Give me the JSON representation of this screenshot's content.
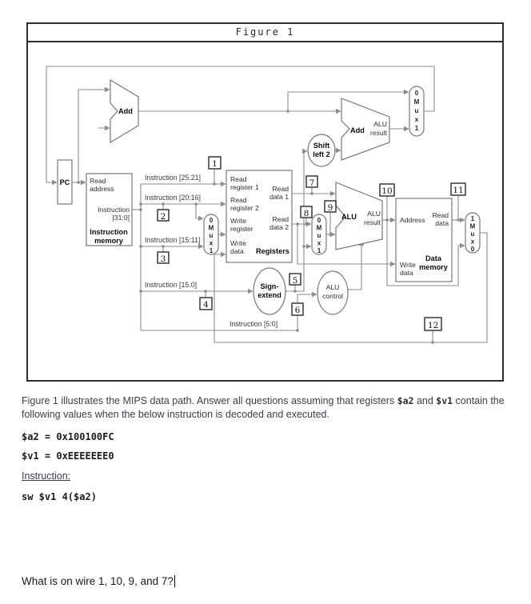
{
  "colors": {
    "wire": "#8c8c8c",
    "frame": "#2e2e2e",
    "doc_text": "#3d3d46"
  },
  "diagram": {
    "title": "Figure 1",
    "pc": "PC",
    "add": "Add",
    "branch_add": {
      "name": "Add",
      "result": [
        "ALU",
        "result"
      ]
    },
    "alu": {
      "name": "ALU",
      "result": [
        "ALU",
        "result"
      ]
    },
    "shift": [
      "Shift",
      "left 2"
    ],
    "signext": [
      "Sign-",
      "extend"
    ],
    "aluctl": [
      "ALU",
      "control"
    ],
    "imem": {
      "read": [
        "Read",
        "address"
      ],
      "out": [
        "Instruction",
        "[31:0]"
      ],
      "name": [
        "Instruction",
        "memory"
      ]
    },
    "regs": {
      "rr1": [
        "Read",
        "register 1"
      ],
      "rr2": [
        "Read",
        "register 2"
      ],
      "wr": [
        "Write",
        "register"
      ],
      "wd": [
        "Write",
        "data"
      ],
      "rd1": [
        "Read",
        "data 1"
      ],
      "rd2": [
        "Read",
        "data 2"
      ],
      "name": "Registers"
    },
    "dmem": {
      "addr": "Address",
      "rd": [
        "Read",
        "data"
      ],
      "wd": [
        "Write",
        "data"
      ],
      "name": [
        "Data",
        "memory"
      ]
    },
    "mux01": [
      "0",
      "M",
      "u",
      "x",
      "1"
    ],
    "mux10": [
      "1",
      "M",
      "u",
      "x",
      "0"
    ],
    "wires": {
      "i2521": "Instruction [25.21]",
      "i2016": "Instruction [20:16]",
      "i1511": "Instruction [15:11]",
      "i150": "Instruction [15.0]",
      "i50": "Instruction [5:0]"
    },
    "nums": [
      "1",
      "2",
      "3",
      "4",
      "5",
      "6",
      "7",
      "8",
      "9",
      "10",
      "11",
      "12"
    ]
  },
  "doc": {
    "p1_a": "Figure 1 illustrates the MIPS data path.  Answer all questions assuming that registers ",
    "p1_reg1": "$a2",
    "p1_b": " and ",
    "p1_reg2": "$v1",
    "p1_c": " contain the",
    "p2": "following values when the below instruction is decoded and executed.",
    "val_a2": "$a2 = 0x100100FC",
    "val_v1": "$v1 = 0xEEEEEEE0",
    "instr_label": "Instruction:",
    "instr_code": "sw $v1 4($a2)",
    "question": "What is on wire 1, 10, 9, and 7?"
  }
}
